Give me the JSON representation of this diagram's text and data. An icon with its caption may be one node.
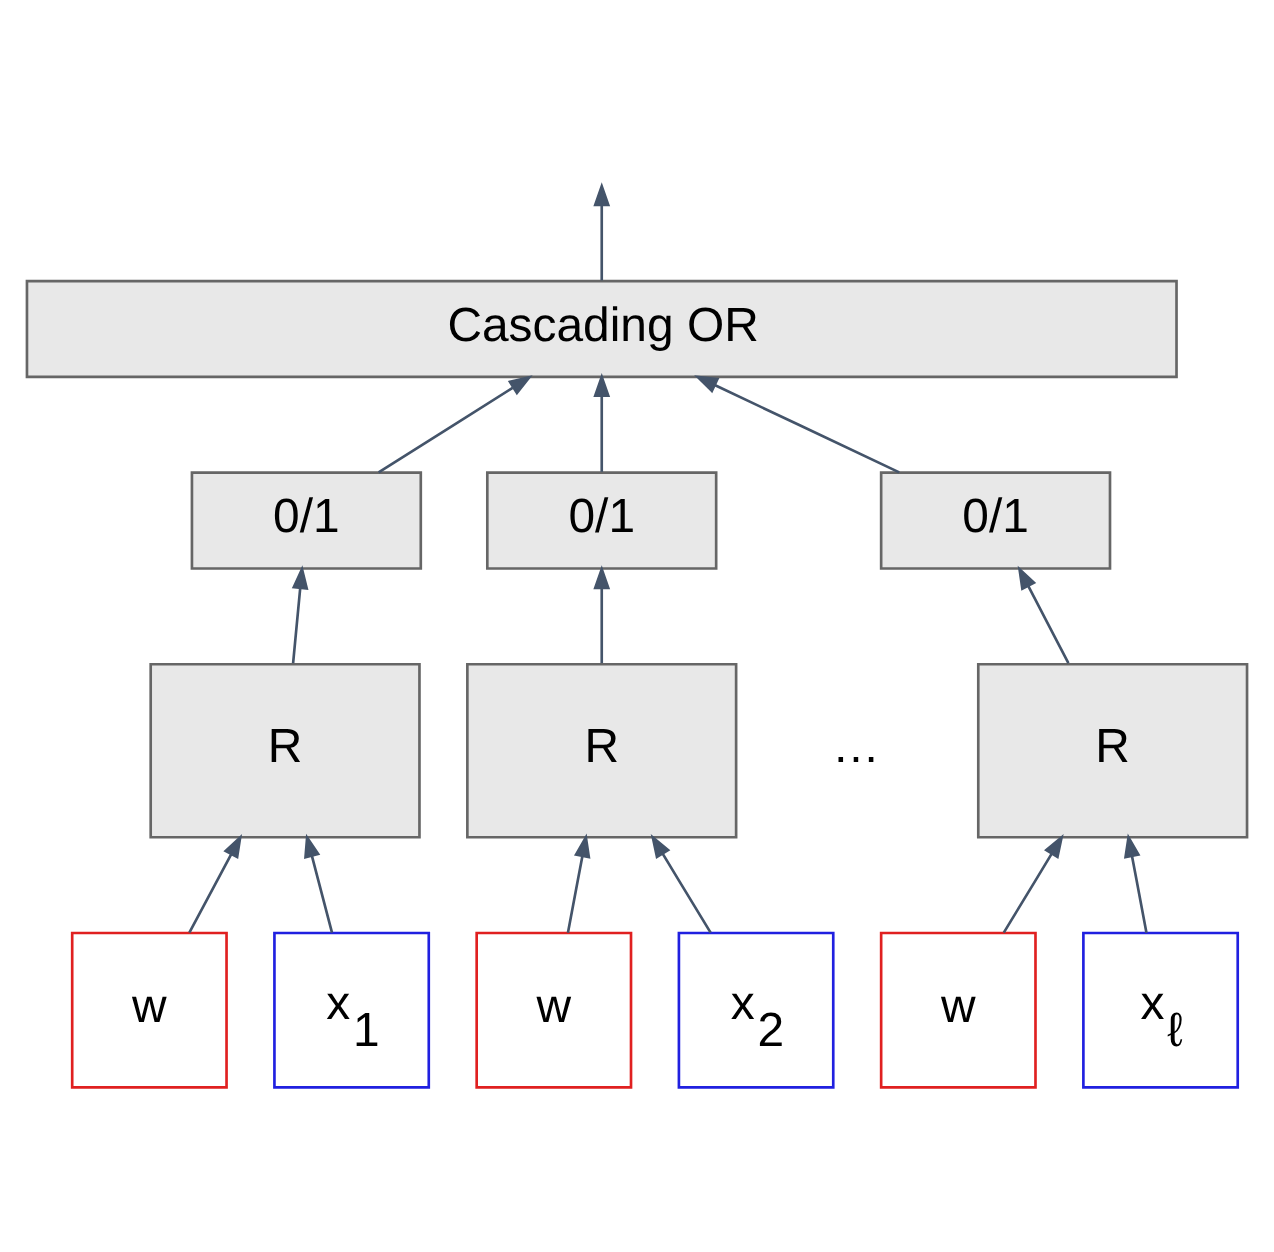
{
  "diagram": {
    "nodes": [
      {
        "text": [
          "Cascading OR"
        ]
      },
      {
        "text": [
          "0/1"
        ]
      },
      {
        "text": [
          "0/1"
        ]
      },
      {
        "text": [
          "0/1"
        ]
      },
      {
        "text": [
          "R"
        ]
      },
      {
        "text": [
          "R"
        ]
      },
      {
        "text": [
          "R"
        ]
      },
      {
        "text": [
          "w"
        ]
      },
      {
        "text": [
          "x$_{1}$"
        ]
      },
      {
        "text": [
          "w"
        ]
      },
      {
        "text": [
          "x$_{2}$"
        ]
      },
      {
        "text": [
          "w"
        ]
      },
      {
        "text": [
          "x$_{ℓ}$"
        ]
      }
    ],
    "edges": [
      {
        "from": 0,
        "to": null,
        "arrow": "to"
      },
      {
        "from": 1,
        "to": 0,
        "arrow": "to"
      },
      {
        "from": 2,
        "to": 0,
        "arrow": "to"
      },
      {
        "from": 3,
        "to": 0,
        "arrow": "to"
      },
      {
        "from": 4,
        "to": 1,
        "arrow": "to"
      },
      {
        "from": 5,
        "to": 2,
        "arrow": "to"
      },
      {
        "from": 6,
        "to": 3,
        "arrow": "to"
      },
      {
        "from": 7,
        "to": 4,
        "arrow": "to"
      },
      {
        "from": 8,
        "to": 4,
        "arrow": "to"
      },
      {
        "from": 9,
        "to": 5,
        "arrow": "to"
      },
      {
        "from": 10,
        "to": 5,
        "arrow": "to"
      },
      {
        "from": 11,
        "to": 6,
        "arrow": "to"
      },
      {
        "from": 12,
        "to": 6,
        "arrow": "to"
      }
    ],
    "labels": [
      "…"
    ]
  }
}
